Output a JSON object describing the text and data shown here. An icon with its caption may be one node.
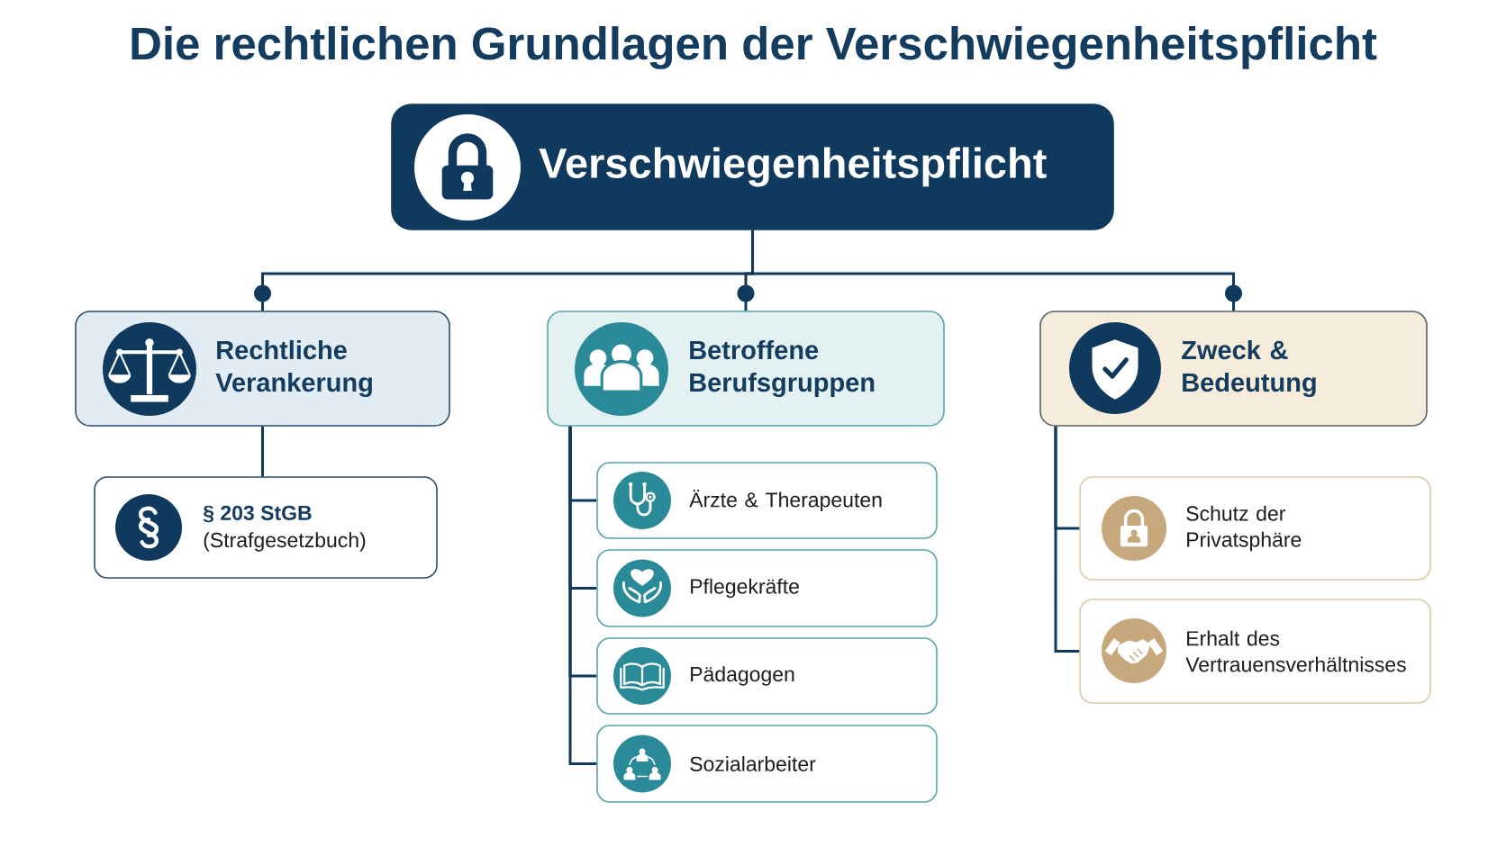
{
  "diagram": {
    "title": "Die rechtlichen Grundlagen der Verschwiegenheitspflicht",
    "nodes": [
      {
        "text": [
          "Verschwiegenheitspflicht"
        ]
      },
      {
        "text": [
          "Rechtliche Verankerung"
        ]
      },
      {
        "text": [
          "Betroffene Berufsgruppen"
        ]
      },
      {
        "text": [
          "Zweck & Bedeutung"
        ]
      },
      {
        "text": [
          "§ 203 StGB",
          "(Strafgesetzbuch)"
        ]
      },
      {
        "text": [
          "Ärzte & Therapeuten"
        ]
      },
      {
        "text": [
          "Pflegekräfte"
        ]
      },
      {
        "text": [
          "Pädagogen"
        ]
      },
      {
        "text": [
          "Sozialarbeiter"
        ]
      },
      {
        "text": [
          "Schutz der Privatsphäre"
        ]
      },
      {
        "text": [
          "Erhalt des Vertrauensverhältnisses"
        ]
      }
    ],
    "edges": [
      {
        "from": 0,
        "to": 1,
        "arrow": "none"
      },
      {
        "from": 0,
        "to": 2,
        "arrow": "none"
      },
      {
        "from": 0,
        "to": 3,
        "arrow": "none"
      },
      {
        "from": 1,
        "to": 4,
        "arrow": "none"
      },
      {
        "from": 2,
        "to": 5,
        "arrow": "none"
      },
      {
        "from": 2,
        "to": 6,
        "arrow": "none"
      },
      {
        "from": 2,
        "to": 7,
        "arrow": "none"
      },
      {
        "from": 2,
        "to": 8,
        "arrow": "none"
      },
      {
        "from": 3,
        "to": 9,
        "arrow": "none"
      },
      {
        "from": 3,
        "to": 10,
        "arrow": "none"
      }
    ]
  }
}
